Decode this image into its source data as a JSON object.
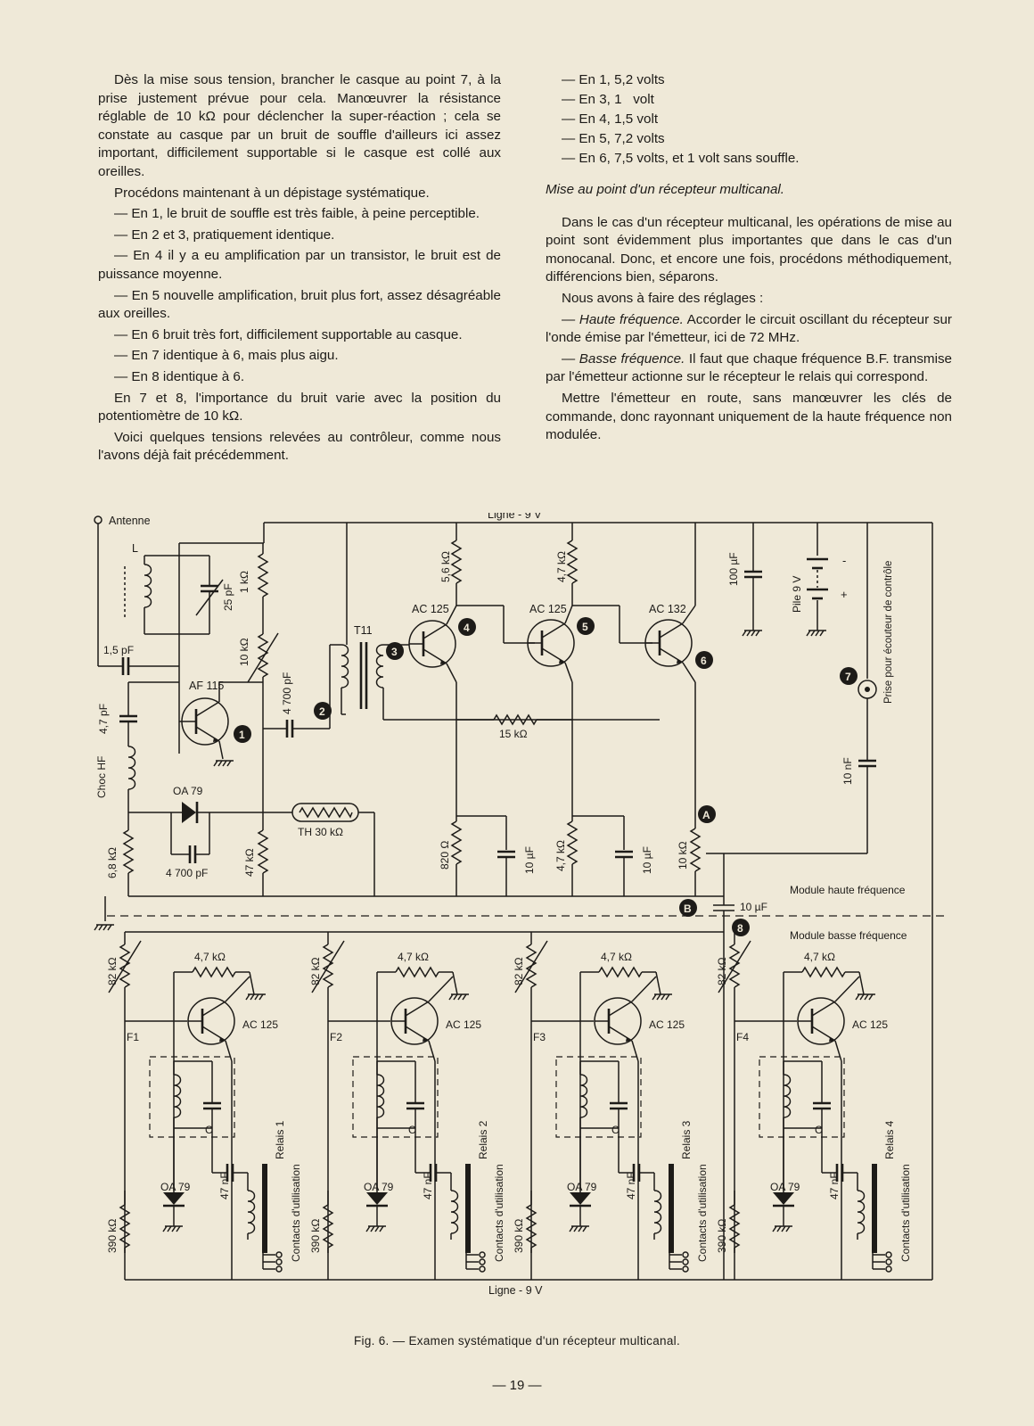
{
  "left_column": {
    "p1": "Dès la mise sous tension, brancher le casque au point 7, à la prise justement prévue pour cela. Manœuvrer la résistance réglable de 10 kΩ pour déclencher la super-réaction ; cela se constate au casque par un bruit de souffle d'ailleurs ici assez important, difficilement supportable si le casque est collé aux oreilles.",
    "p2": "Procédons maintenant à un dépistage systématique.",
    "p3": "— En 1, le bruit de souffle est très faible, à peine perceptible.",
    "p4": "— En 2 et 3, pratiquement identique.",
    "p5": "— En 4 il y a eu amplification par un transistor, le bruit est de puissance moyenne.",
    "p6": "— En 5 nouvelle amplification, bruit plus fort, assez désagréable aux oreilles.",
    "p7": "— En 6 bruit très fort, difficilement supportable au casque.",
    "p8": "— En 7 identique à 6, mais plus aigu.",
    "p9": "— En 8 identique à 6.",
    "p10": "En 7 et 8, l'importance du bruit varie avec la position du potentiomètre de 10 kΩ.",
    "p11": "Voici quelques tensions relevées au contrôleur, comme nous l'avons déjà fait précédemment."
  },
  "right_column": {
    "readings": [
      "— En 1, 5,2 volts",
      "— En 3, 1   volt",
      "— En 4, 1,5 volt",
      "— En 5, 7,2 volts",
      "— En 6, 7,5 volts, et 1 volt sans souffle."
    ],
    "section_title": "Mise au point d'un récepteur multicanal.",
    "p1": "Dans le cas d'un récepteur multicanal, les opérations de mise au point sont évidemment plus importantes que dans le cas d'un monocanal. Donc, et encore une fois, procédons méthodiquement, différencions bien, séparons.",
    "p2": "Nous avons à faire des réglages :",
    "p3_em": "Haute fréquence.",
    "p3_rest": " Accorder le circuit oscillant du récepteur sur l'onde émise par l'émetteur, ici de 72 MHz.",
    "p4_em": "Basse fréquence.",
    "p4_rest": " Il faut que chaque fréquence B.F. transmise par l'émetteur actionne sur le récepteur le relais qui correspond.",
    "p5": "Mettre l'émetteur en route, sans manœuvrer les clés de commande, donc rayonnant uniquement de la haute fréquence non modulée."
  },
  "dash": "— ",
  "schematic": {
    "antenna": "Antenne",
    "line_top": "Ligne - 9 V",
    "line_bottom": "Ligne - 9 V",
    "coil_L": "L",
    "cap_25pF": "25 pF",
    "cap_1_5pF": "1,5 pF",
    "cap_4_7pF": "4,7 pF",
    "transistor_af115": "AF 115",
    "res_1k": "1 kΩ",
    "pot_10k": "10 kΩ",
    "cap_4700pF": "4 700 pF",
    "transformer": "T11",
    "choke_hf": "Choc HF",
    "diode_oa79": "OA 79",
    "cap_4700pF_b": "4 700 pF",
    "res_6_8k": "6,8 kΩ",
    "res_47k": "47 kΩ",
    "thermistor": "TH 30 kΩ",
    "res_5_6k": "5,6 kΩ",
    "res_4_7k_top": "4,7 kΩ",
    "ac125_a": "AC 125",
    "ac125_b": "AC 125",
    "ac132": "AC 132",
    "res_15k": "15 kΩ",
    "res_820": "820 Ω",
    "cap_10uF_a": "10 µF",
    "res_4_7k_mid": "4,7 kΩ",
    "cap_10uF_b": "10 µF",
    "pot_10k_out": "10 kΩ",
    "cap_100uF": "100 µF",
    "battery": "Pile 9 V",
    "minus": "-",
    "plus": "+",
    "jack_label": "Prise pour écouteur de contrôle",
    "cap_10nF": "10 nF",
    "cap_10uF_c": "10 µF",
    "module_hf": "Module haute fréquence",
    "module_bf": "Module basse fréquence",
    "points": [
      "1",
      "2",
      "3",
      "4",
      "5",
      "6",
      "7",
      "8"
    ],
    "point_A": "A",
    "point_B": "B",
    "channels": [
      {
        "f": "F1",
        "relay": "Relais 1"
      },
      {
        "f": "F2",
        "relay": "Relais 2"
      },
      {
        "f": "F3",
        "relay": "Relais 3"
      },
      {
        "f": "F4",
        "relay": "Relais 4"
      }
    ],
    "ch_pot": "82 kΩ",
    "ch_res": "4,7 kΩ",
    "ch_transistor": "AC 125",
    "ch_cap": "C",
    "ch_diode": "OA 79",
    "ch_cap47": "47 nF",
    "ch_res390": "390 kΩ",
    "ch_contacts": "Contacts d'utilisation"
  },
  "caption": "Fig. 6. — Examen systématique d'un récepteur multicanal.",
  "page_number": "— 19 —"
}
